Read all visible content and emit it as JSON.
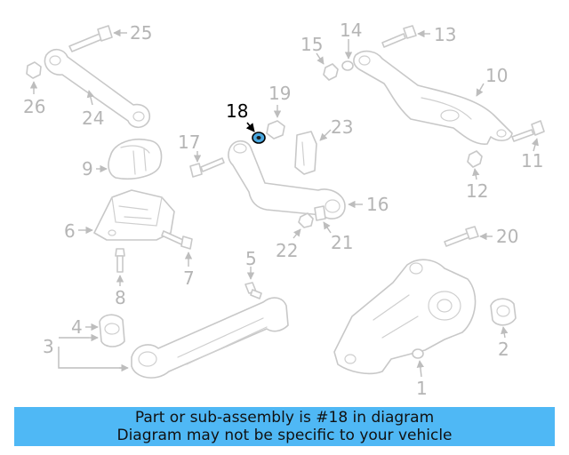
{
  "diagram": {
    "callouts": [
      "1",
      "2",
      "3",
      "4",
      "5",
      "6",
      "7",
      "8",
      "9",
      "10",
      "11",
      "12",
      "13",
      "14",
      "15",
      "16",
      "17",
      "18",
      "19",
      "20",
      "21",
      "22",
      "23",
      "24",
      "25",
      "26"
    ],
    "highlighted": "18",
    "colors": {
      "highlight": "#4aa8e0",
      "banner": "#4fb8f5",
      "line": "#c8c8c8",
      "callout": "#b5b5b5"
    }
  },
  "banner": {
    "line1": "Part or sub-assembly is #18 in diagram",
    "line2": "Diagram may not be specific to your vehicle"
  }
}
